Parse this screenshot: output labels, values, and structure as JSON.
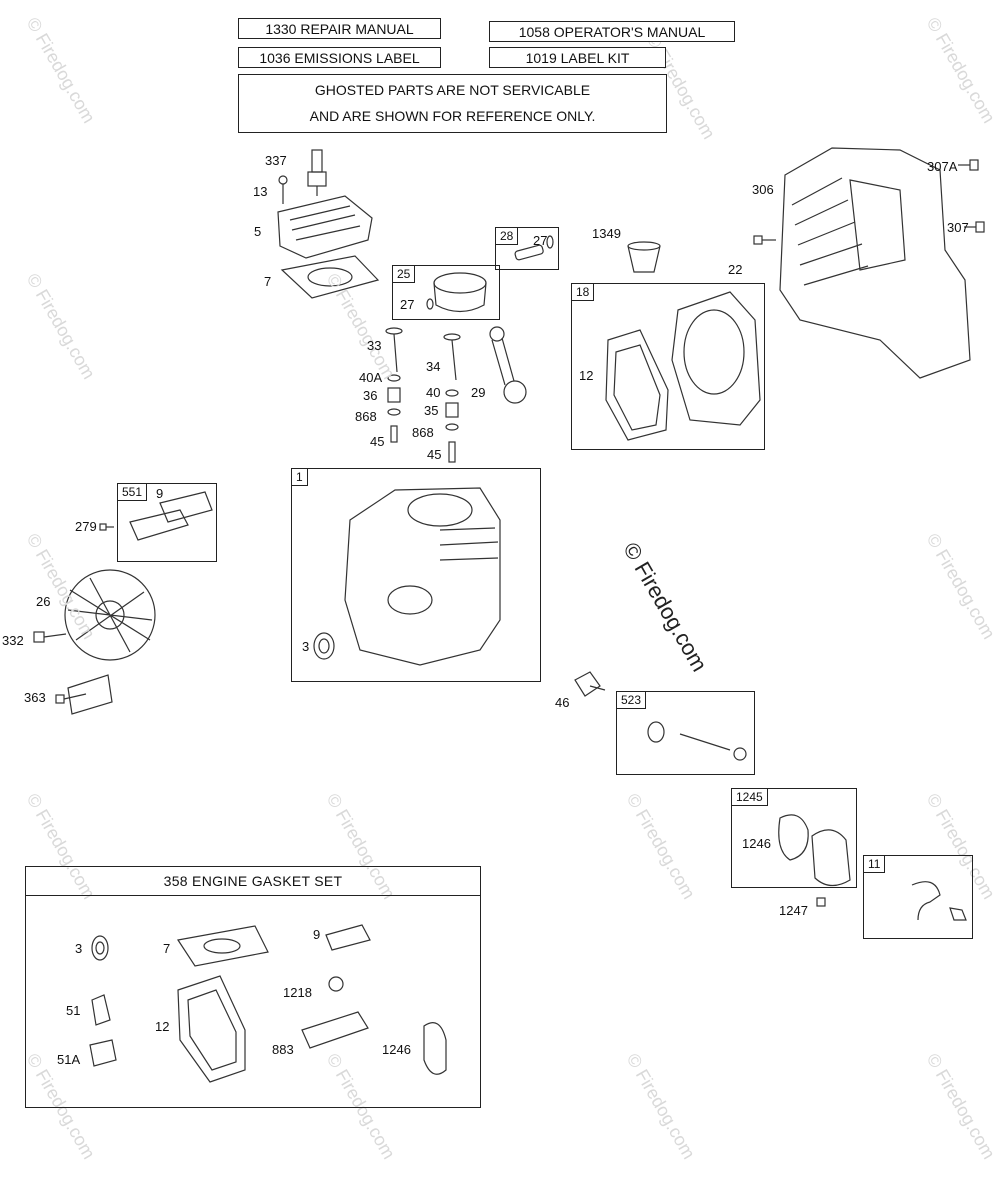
{
  "reference_boxes": {
    "repair_manual": "1330 REPAIR MANUAL",
    "operators_manual": "1058 OPERATOR'S MANUAL",
    "emissions_label": "1036 EMISSIONS LABEL",
    "label_kit": "1019 LABEL KIT"
  },
  "notice": {
    "line1": "GHOSTED PARTS ARE NOT SERVICABLE",
    "line2": "AND ARE SHOWN FOR REFERENCE ONLY."
  },
  "watermark": {
    "text": "© Firedog.com"
  },
  "part_labels": {
    "p337": "337",
    "p13": "13",
    "p5": "5",
    "p7": "7",
    "p28": "28",
    "p27a": "27",
    "p25": "25",
    "p27b": "27",
    "p1349": "1349",
    "p306": "306",
    "p307A": "307A",
    "p307": "307",
    "p22": "22",
    "p18": "18",
    "p12": "12",
    "p33": "33",
    "p34": "34",
    "p40A": "40A",
    "p40": "40",
    "p36": "36",
    "p35": "35",
    "p868a": "868",
    "p868b": "868",
    "p45a": "45",
    "p45b": "45",
    "p29": "29",
    "p1": "1",
    "p3": "3",
    "p551": "551",
    "p9": "9",
    "p279": "279",
    "p26": "26",
    "p332": "332",
    "p363": "363",
    "p46": "46",
    "p523": "523",
    "p1245": "1245",
    "p1246": "1246",
    "p1247": "1247",
    "p11": "11"
  },
  "gasket_set": {
    "title": "358   ENGINE GASKET SET",
    "labels": {
      "g3": "3",
      "g7": "7",
      "g9": "9",
      "g51": "51",
      "g12": "12",
      "g1218": "1218",
      "g51A": "51A",
      "g883": "883",
      "g1246": "1246"
    }
  }
}
